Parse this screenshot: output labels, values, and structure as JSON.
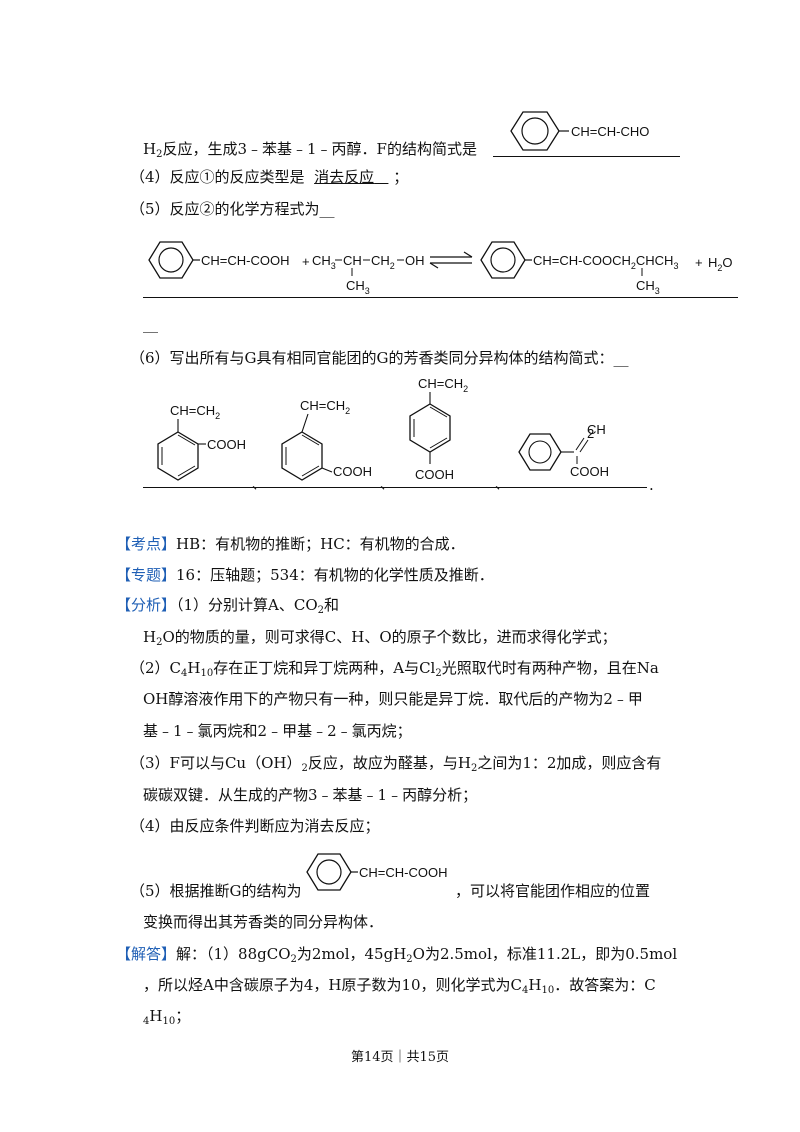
{
  "q3_tail": {
    "pre": "H",
    "sub": "2",
    "post": "反应，生成3﹣苯基﹣1﹣丙醇．F的结构简式是"
  },
  "f_struct": "CH=CH-CHO",
  "q4": {
    "pre": "（4）反应①的反应类型是",
    "answer": "消去反应",
    "post": "；"
  },
  "q5": {
    "label": "（5）反应②的化学方程式为",
    "blank": "__"
  },
  "eq": {
    "r1": "CH=CH-COOH",
    "plus1": "+",
    "r2a": "CH",
    "r2a_sub": "3",
    "r2b": "CH",
    "r2c": "CH",
    "r2c_sub": "2",
    "r2d": "OH",
    "r2_branch": "CH",
    "r2_branch_sub": "3",
    "p1": "CH=CH-COOCH",
    "p1_sub": "2",
    "p1b": "CHCH",
    "p1b_sub": "3",
    "p1_branch": "CH",
    "p1_branch_sub": "3",
    "plus2": "+",
    "p2": "H",
    "p2_sub": "2",
    "p2b": "O"
  },
  "eq_blank": "__",
  "q6": {
    "label": "（6）写出所有与G具有相同官能团的G的芳香类同分异构体的结构简式：",
    "blank": "__"
  },
  "isomers": {
    "vinyl": "CH=CH",
    "vinyl_sub": "2",
    "cooh": "COOH",
    "sep": "、",
    "end": "."
  },
  "kaodian": {
    "tag": "【考点】",
    "text": "HB：有机物的推断；HC：有机物的合成．"
  },
  "zhuanti": {
    "tag": "【专题】",
    "text": "16：压轴题；534：有机物的化学性质及推断．"
  },
  "fenxi": {
    "tag": "【分析】",
    "l1a": "（1）分别计算A、CO",
    "l1sub": "2",
    "l1b": "和",
    "l2a": "H",
    "l2sub": "2",
    "l2b": "O的物质的量，则可求得C、H、O的原子个数比，进而求得化学式；",
    "l3a": "（2）C",
    "l3s1": "4",
    "l3b": "H",
    "l3s2": "10",
    "l3c": "存在正丁烷和异丁烷两种，A与Cl",
    "l3s3": "2",
    "l3d": "光照取代时有两种产物，且在Na",
    "l4": "OH醇溶液作用下的产物只有一种，则只能是异丁烷．取代后的产物为2﹣甲",
    "l5": "基﹣1﹣氯丙烷和2﹣甲基﹣2﹣氯丙烷；",
    "l6a": "（3）F可以与Cu（OH）",
    "l6s1": "2",
    "l6b": "反应，故应为醛基，与H",
    "l6s2": "2",
    "l6c": "之间为1：2加成，则应含有",
    "l7": "碳碳双键．从生成的产物3﹣苯基﹣1﹣丙醇分析；",
    "l8": "（4）由反应条件判断应为消去反应；",
    "l9a": "（5）根据推断G的结构为",
    "g_struct": "CH=CH-COOH",
    "l9b": "，可以将官能团作相应的位置",
    "l10": "变换而得出其芳香类的同分异构体．"
  },
  "jieda": {
    "tag": "【解答】",
    "l1a": "解：（1）88gCO",
    "l1s1": "2",
    "l1b": "为2mol，45gH",
    "l1s2": "2",
    "l1c": "O为2.5mol，标准11.2L，即为0.5mol",
    "l2a": "，所以烃A中含碳原子为4，H原子数为10，则化学式为C",
    "l2s1": "4",
    "l2b": "H",
    "l2s2": "10",
    "l2c": "．故答案为：C",
    "l3s1": "4",
    "l3b": "H",
    "l3s2": "10",
    "l3c": "；"
  },
  "footer": "第14页｜共15页",
  "colors": {
    "tag": "#1f5fb5",
    "text": "#111111"
  }
}
